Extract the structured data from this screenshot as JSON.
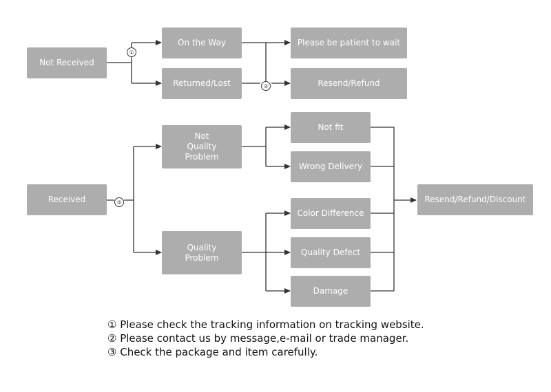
{
  "boxes": {
    "not_received": "Not Received",
    "on_the_way": "On the Way",
    "returned_lost": "Returned/Lost",
    "be_patient": "Please be patient to wait",
    "resend_refund": "Resend/Refund",
    "received": "Received",
    "not_quality_problem": "Not\nQuality\nProblem",
    "quality_problem": "Quality\nProblem",
    "not_fit": "Not fit",
    "wrong_delivery": "Wrong Delivery",
    "color_difference": "Color Difference",
    "quality_defect": "Quality Defect",
    "damage": "Damage",
    "resend_refund_discount": "Resend/Refund/Discount"
  },
  "markers": {
    "one": "①",
    "two": "②",
    "three": "③"
  },
  "notes": [
    "① Please check the tracking information on tracking website.",
    "② Please contact us by message,e-mail or trade manager.",
    "③ Check the package and item carefully."
  ],
  "colors": {
    "box": "#adadad",
    "box_text": "#ffffff",
    "line": "#333333"
  }
}
